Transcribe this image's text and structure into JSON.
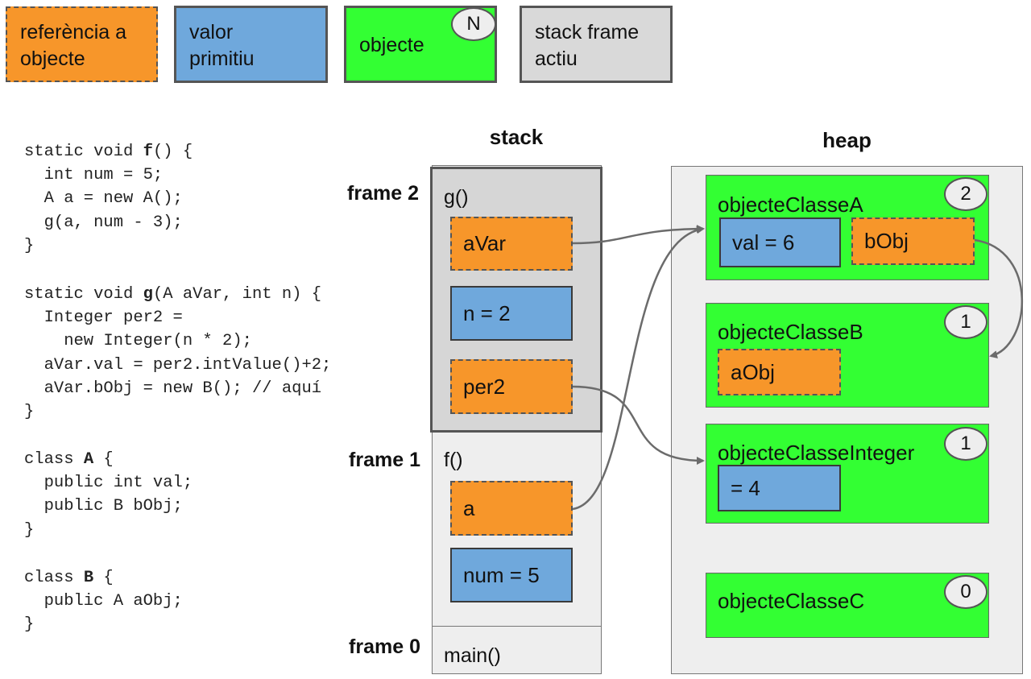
{
  "legend": {
    "reference": [
      "referència a",
      "objecte"
    ],
    "primitive": [
      "valor",
      "primitiu"
    ],
    "object": "objecte",
    "object_badge": "N",
    "active_frame": [
      "stack frame",
      "actiu"
    ]
  },
  "code": {
    "f_lines": [
      {
        "pre": "static void ",
        "bold": "f",
        "post": "() {"
      },
      {
        "pre": "  int num = 5;",
        "bold": "",
        "post": ""
      },
      {
        "pre": "  A a = new A();",
        "bold": "",
        "post": ""
      },
      {
        "pre": "  g(a, num - 3);",
        "bold": "",
        "post": ""
      },
      {
        "pre": "}",
        "bold": "",
        "post": ""
      }
    ],
    "g_lines": [
      {
        "pre": "static void ",
        "bold": "g",
        "post": "(A aVar, int n) {"
      },
      {
        "pre": "  Integer per2 =",
        "bold": "",
        "post": ""
      },
      {
        "pre": "    new Integer(n * 2);",
        "bold": "",
        "post": ""
      },
      {
        "pre": "  aVar.val = per2.intValue()+2;",
        "bold": "",
        "post": ""
      },
      {
        "pre": "  aVar.bObj = new B(); // aquí",
        "bold": "",
        "post": ""
      },
      {
        "pre": "}",
        "bold": "",
        "post": ""
      }
    ],
    "a_lines": [
      {
        "pre": "class ",
        "bold": "A",
        "post": " {"
      },
      {
        "pre": "  public int val;",
        "bold": "",
        "post": ""
      },
      {
        "pre": "  public B bObj;",
        "bold": "",
        "post": ""
      },
      {
        "pre": "}",
        "bold": "",
        "post": ""
      }
    ],
    "b_lines": [
      {
        "pre": "class ",
        "bold": "B",
        "post": " {"
      },
      {
        "pre": "  public A aObj;",
        "bold": "",
        "post": ""
      },
      {
        "pre": "}",
        "bold": "",
        "post": ""
      }
    ]
  },
  "stack": {
    "title": "stack",
    "frame2": {
      "label": "frame 2",
      "name": "g()",
      "vars": [
        "aVar",
        "n = 2",
        "per2"
      ]
    },
    "frame1": {
      "label": "frame 1",
      "name": "f()",
      "vars": [
        "a",
        "num = 5"
      ]
    },
    "frame0": {
      "label": "frame 0",
      "name": "main()"
    }
  },
  "heap": {
    "title": "heap",
    "objects": [
      {
        "name": "objecteClasseA",
        "count": "2",
        "fields": [
          "val = 6",
          "bObj"
        ]
      },
      {
        "name": "objecteClasseB",
        "count": "1",
        "fields": [
          "aObj"
        ]
      },
      {
        "name": "objecteClasseInteger",
        "count": "1",
        "fields": [
          "= 4"
        ]
      },
      {
        "name": "objecteClasseC",
        "count": "0",
        "fields": []
      }
    ]
  },
  "colors": {
    "reference": "#f7962a",
    "primitive": "#6fa8dc",
    "object": "#33ff33",
    "active_frame": "#d6d6d6",
    "arrow": "#6b6b6b"
  }
}
